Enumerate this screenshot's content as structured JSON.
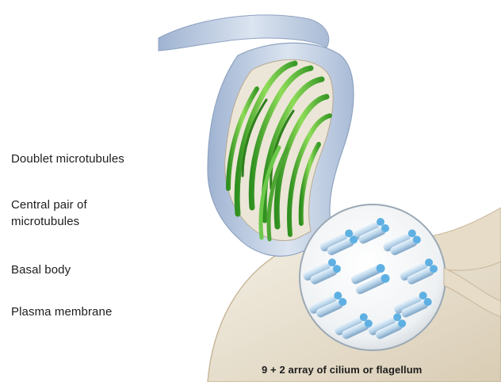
{
  "labels": {
    "doublet_microtubules": "Doublet microtubules",
    "central_pair": "Central pair of microtubules",
    "basal_body": "Basal body",
    "plasma_membrane": "Plasma membrane"
  },
  "caption": "9 + 2 array of cilium or flagellum",
  "colors": {
    "membrane": "#b7c6dc",
    "interior": "#ece6d8",
    "microtubule_green": "#4fb430",
    "tubule_blue": "#6ab8e4",
    "background": "#ffffff"
  }
}
